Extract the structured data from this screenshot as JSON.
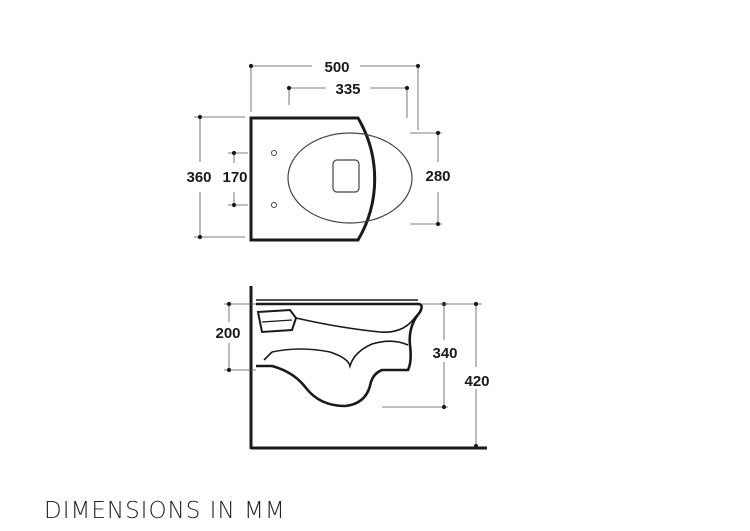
{
  "caption": "DIMENSIONS IN MM",
  "colors": {
    "ink": "#1a1a1a",
    "thin": "#555555"
  },
  "top_view": {
    "width_outer": "500",
    "width_inner": "335",
    "depth_outer": "360",
    "depth_holes": "170",
    "depth_front": "280"
  },
  "side_view": {
    "height_pan": "200",
    "height_rim": "340",
    "height_total": "420"
  }
}
